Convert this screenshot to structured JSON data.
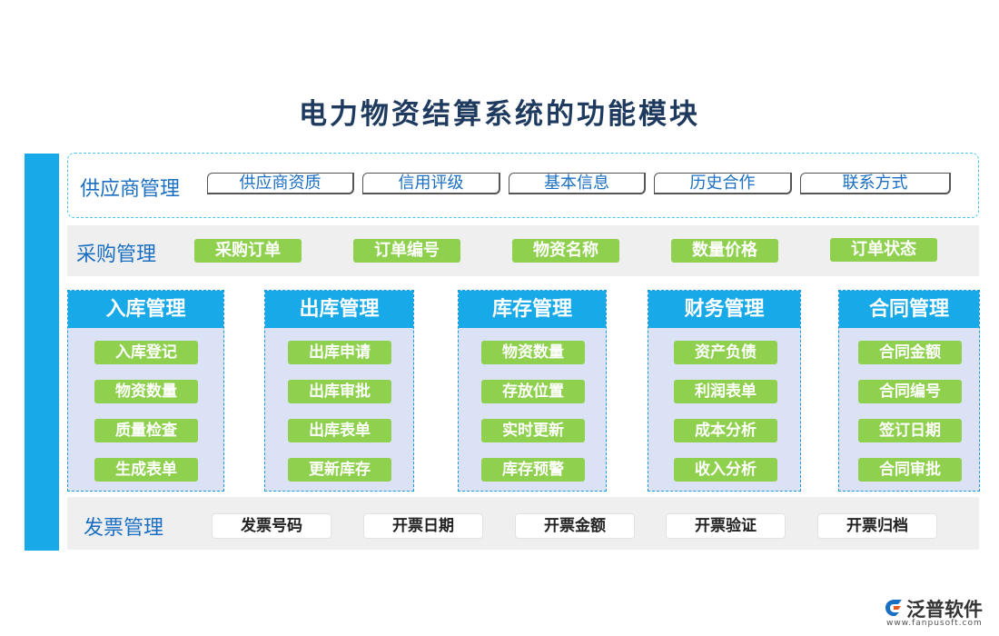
{
  "title": "电力物资结算系统的功能模块",
  "supplier": {
    "label": "供应商管理",
    "items": [
      "供应商资质",
      "信用评级",
      "基本信息",
      "历史合作",
      "联系方式"
    ]
  },
  "purchase": {
    "label": "采购管理",
    "items": [
      "采购订单",
      "订单编号",
      "物资名称",
      "数量价格",
      "订单状态"
    ]
  },
  "modules": [
    {
      "title": "入库管理",
      "items": [
        "入库登记",
        "物资数量",
        "质量检查",
        "生成表单"
      ]
    },
    {
      "title": "出库管理",
      "items": [
        "出库申请",
        "出库审批",
        "出库表单",
        "更新库存"
      ]
    },
    {
      "title": "库存管理",
      "items": [
        "物资数量",
        "存放位置",
        "实时更新",
        "库存预警"
      ]
    },
    {
      "title": "财务管理",
      "items": [
        "资产负债",
        "利润表单",
        "成本分析",
        "收入分析"
      ]
    },
    {
      "title": "合同管理",
      "items": [
        "合同金额",
        "合同编号",
        "签订日期",
        "合同审批"
      ]
    }
  ],
  "invoice": {
    "label": "发票管理",
    "items": [
      "发票号码",
      "开票日期",
      "开票金额",
      "开票验证",
      "开票归档"
    ]
  },
  "logo": {
    "name": "泛普软件",
    "url": "www.fanpusoft.com"
  },
  "colors": {
    "accent": "#17a9e8",
    "green": "#8fd14f",
    "label": "#1b6fc2",
    "module_bg": "#dbe2f5",
    "row_bg": "#efefef"
  }
}
